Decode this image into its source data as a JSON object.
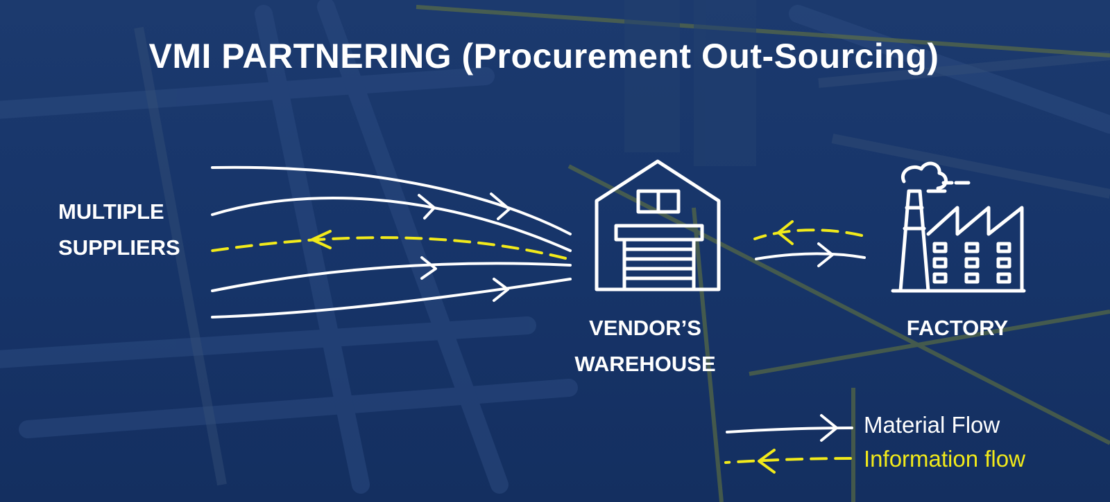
{
  "title": "VMI PARTNERING (Procurement Out-Sourcing)",
  "nodes": {
    "suppliers": {
      "line1": "MULTIPLE",
      "line2": "SUPPLIERS"
    },
    "warehouse": {
      "line1": "VENDOR’S",
      "line2": "WAREHOUSE"
    },
    "factory": {
      "line1": "FACTORY"
    }
  },
  "legend": {
    "material_label": "Material Flow",
    "information_label": "Information flow"
  },
  "colors": {
    "background": "#17356a",
    "material_flow": "#ffffff",
    "information_flow": "#f2ea1a",
    "text": "#ffffff"
  },
  "icons": {
    "warehouse": "warehouse-icon",
    "factory": "factory-icon",
    "material_arrow": "arrow-right-icon",
    "information_arrow": "arrow-left-dashed-icon"
  }
}
